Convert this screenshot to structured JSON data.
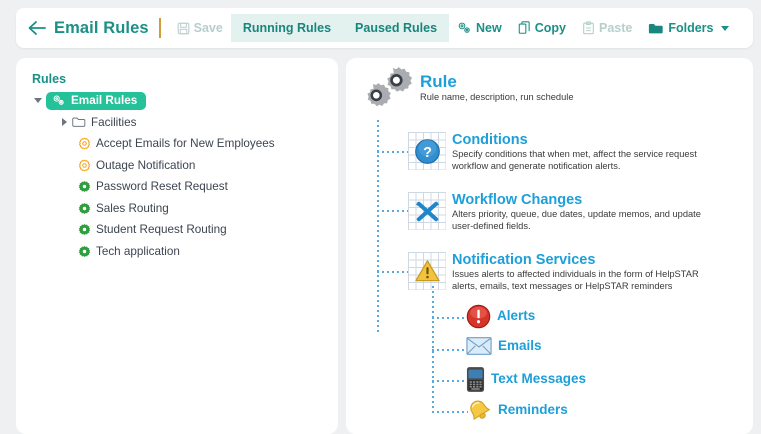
{
  "toolbar": {
    "back_icon": "back-arrow-icon",
    "title": "Email Rules",
    "save_label": "Save",
    "save_icon": "save-disk-icon",
    "tab_running": "Running Rules",
    "tab_paused": "Paused Rules",
    "new_label": "New",
    "new_icon": "gears-icon",
    "copy_label": "Copy",
    "copy_icon": "copy-icon",
    "paste_label": "Paste",
    "paste_icon": "paste-clipboard-icon",
    "folders_label": "Folders",
    "folders_icon": "folder-icon",
    "folders_caret": "chevron-down-icon"
  },
  "sidebar": {
    "heading": "Rules",
    "root": {
      "label": "Email Rules",
      "icon": "gears-icon",
      "expanded": true,
      "selected": true
    },
    "items": [
      {
        "label": "Facilities",
        "icon": "folder-icon",
        "type": "folder",
        "collapsed": true
      },
      {
        "label": "Accept Emails for New Employees",
        "icon": "gear-icon",
        "type": "paused"
      },
      {
        "label": "Outage Notification",
        "icon": "gear-icon",
        "type": "paused"
      },
      {
        "label": "Password Reset Request",
        "icon": "gear-icon",
        "type": "running"
      },
      {
        "label": "Sales Routing",
        "icon": "gear-icon",
        "type": "running"
      },
      {
        "label": "Student Request Routing",
        "icon": "gear-icon",
        "type": "running"
      },
      {
        "label": "Tech application",
        "icon": "gear-icon",
        "type": "running"
      }
    ]
  },
  "diagram": {
    "root": {
      "title": "Rule",
      "desc": "Rule name, description, run schedule",
      "icon": "gears-icon"
    },
    "nodes": [
      {
        "title": "Conditions",
        "desc": "Specify conditions that when met, affect the service request  workflow and generate notification alerts.",
        "icon": "question-mark-icon"
      },
      {
        "title": "Workflow Changes",
        "desc": "Alters priority, queue, due dates, update memos, and update user-defined fields.",
        "icon": "shuffle-arrows-icon"
      },
      {
        "title": "Notification Services",
        "desc": "Issues alerts to affected individuals in the form of HelpSTAR alerts, emails, text messages or HelpSTAR reminders",
        "icon": "warning-triangle-icon"
      }
    ],
    "services": [
      {
        "title": "Alerts",
        "icon": "alert-exclamation-icon"
      },
      {
        "title": "Emails",
        "icon": "envelope-icon"
      },
      {
        "title": "Text Messages",
        "icon": "mobile-phone-icon"
      },
      {
        "title": "Reminders",
        "icon": "bell-icon"
      }
    ]
  },
  "colors": {
    "brand_teal": "#1a9086",
    "tab_bg": "#e3f2ee",
    "selected_green": "#25c199",
    "running_gear": "#2e9e3e",
    "paused_gear": "#f5a623",
    "diagram_blue": "#1d9fd9",
    "connector_blue": "#5aa9de"
  }
}
